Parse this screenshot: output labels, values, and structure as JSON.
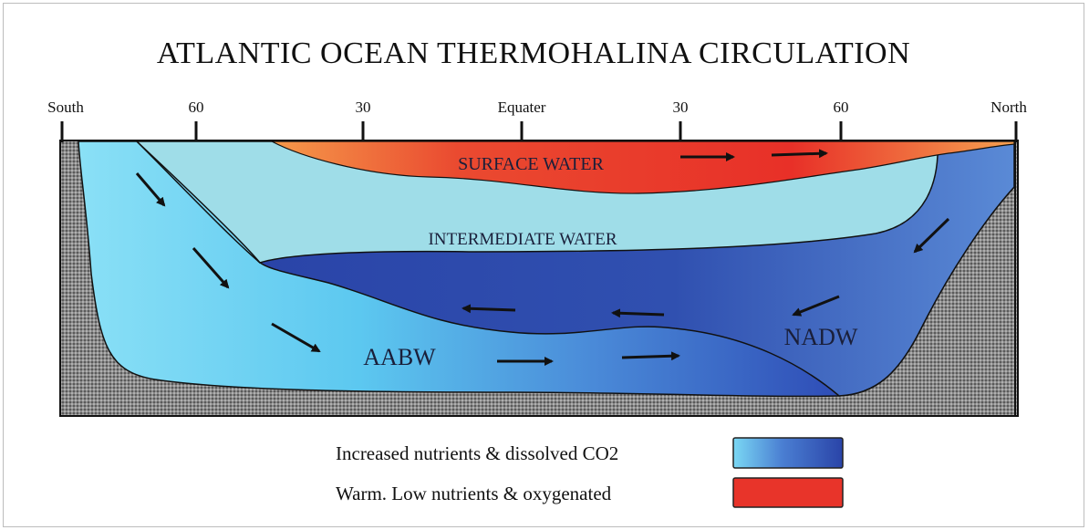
{
  "title": "ATLANTIC OCEAN THERMOHALINA CIRCULATION",
  "latitude_labels": {
    "south": "South",
    "s60": "60",
    "s30": "30",
    "equator": "Equater",
    "n30": "30",
    "n60": "60",
    "north": "North"
  },
  "water_masses": {
    "surface": "SURFACE WATER",
    "intermediate": "INTERMEDIATE WATER",
    "aabw": "AABW",
    "nadw": "NADW"
  },
  "legend": {
    "nutrients": "Increased nutrients & dissolved CO2",
    "warm": "Warm. Low nutrients & oxygenated"
  },
  "colors": {
    "surface_warm": "#e8342a",
    "surface_edge": "#f08a3a",
    "intermediate": "#9fdde8",
    "deep_light": "#6cd0f0",
    "deep_dark": "#2a48b0",
    "seafloor": "#7a7a7a"
  }
}
